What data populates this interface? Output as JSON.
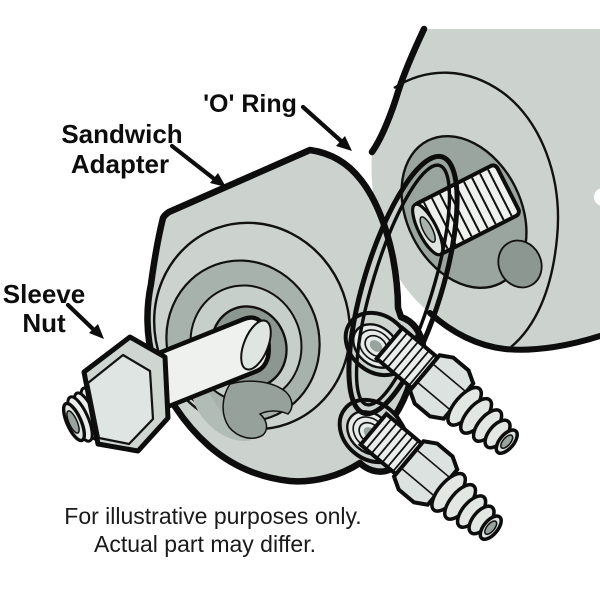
{
  "labels": {
    "sandwich_adapter_line1": "Sandwich",
    "sandwich_adapter_line2": "Adapter",
    "o_ring": "'O' Ring",
    "sleeve_nut_line1": "Sleeve",
    "sleeve_nut_line2": "Nut"
  },
  "caption": {
    "line1": "For illustrative purposes only.",
    "line2": "Actual part may differ."
  },
  "colors": {
    "background": "#ffffff",
    "outline": "#0d0d0d",
    "part_body_gray": "#ccd3cf",
    "recess_gray": "#9aa59f",
    "shadow_gray": "#8d9792",
    "channel_gray": "#a8b2ad",
    "highlight_gray": "#e9edeb",
    "fitting_gray": "#dfe4e1"
  }
}
